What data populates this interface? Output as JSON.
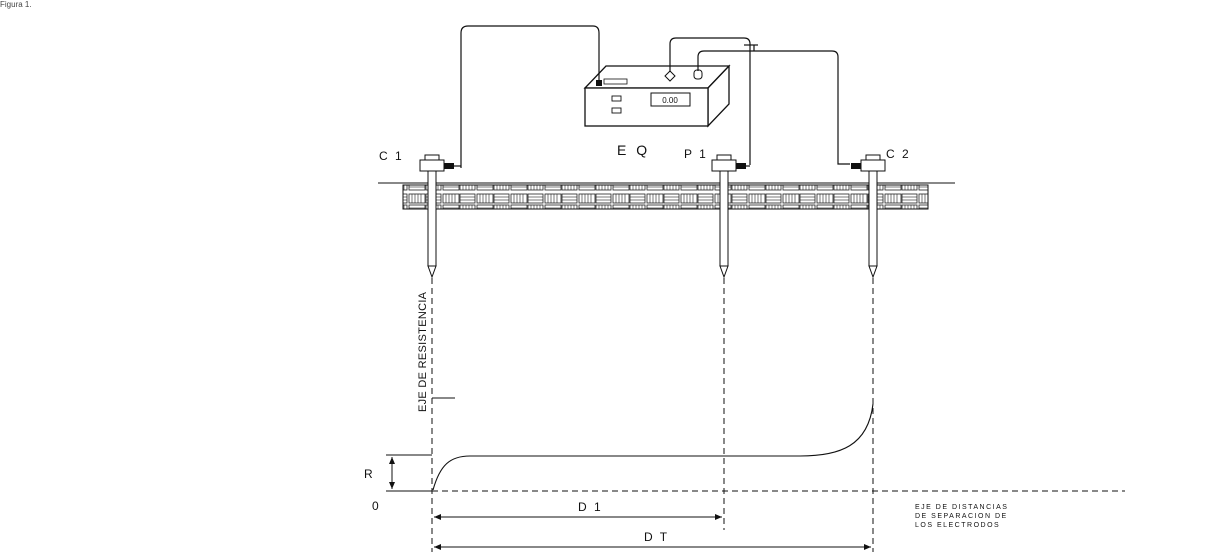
{
  "caption": "Figura 1.",
  "instrument": {
    "label": "E Q",
    "display": "0.00"
  },
  "electrodes": {
    "c1": "C 1",
    "p1": "P 1",
    "c2": "C 2"
  },
  "axes": {
    "resistance_axis": "EJE DE RESISTENCIA",
    "distance_axis_lines": [
      "EJE DE DISTANCIAS",
      "DE SEPARACION DE",
      "LOS ELECTRODOS"
    ],
    "r_label": "R",
    "origin_label": "0"
  },
  "dimensions": {
    "d1": "D 1",
    "dt": "D T"
  }
}
